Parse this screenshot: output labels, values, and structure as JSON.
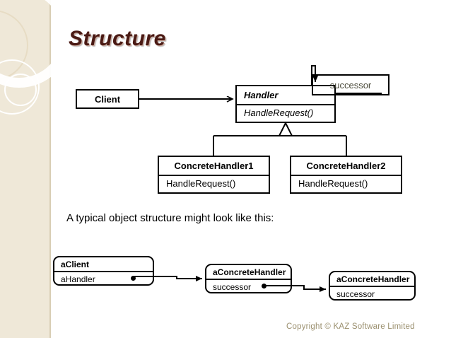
{
  "slide": {
    "title": "Structure",
    "body_text": "A typical object structure might look like this:",
    "footer": "Copyright © KAZ Software Limited"
  },
  "class_diagram": {
    "client": {
      "name": "Client"
    },
    "handler": {
      "name": "Handler",
      "operation": "HandleRequest()"
    },
    "successor_label": "successor",
    "concrete_handler_1": {
      "name": "ConcreteHandler1",
      "operation": "HandleRequest()"
    },
    "concrete_handler_2": {
      "name": "ConcreteHandler2",
      "operation": "HandleRequest()"
    }
  },
  "object_diagram": {
    "a_client": {
      "name": "aClient",
      "field": "aHandler"
    },
    "a_concrete_handler_1": {
      "name": "aConcreteHandler",
      "field": "successor"
    },
    "a_concrete_handler_2": {
      "name": "aConcreteHandler",
      "field": "successor"
    }
  },
  "colors": {
    "band": "#efe8d8",
    "title": "#4a1a14",
    "footer": "#9a8f6e",
    "stroke": "#000000"
  }
}
